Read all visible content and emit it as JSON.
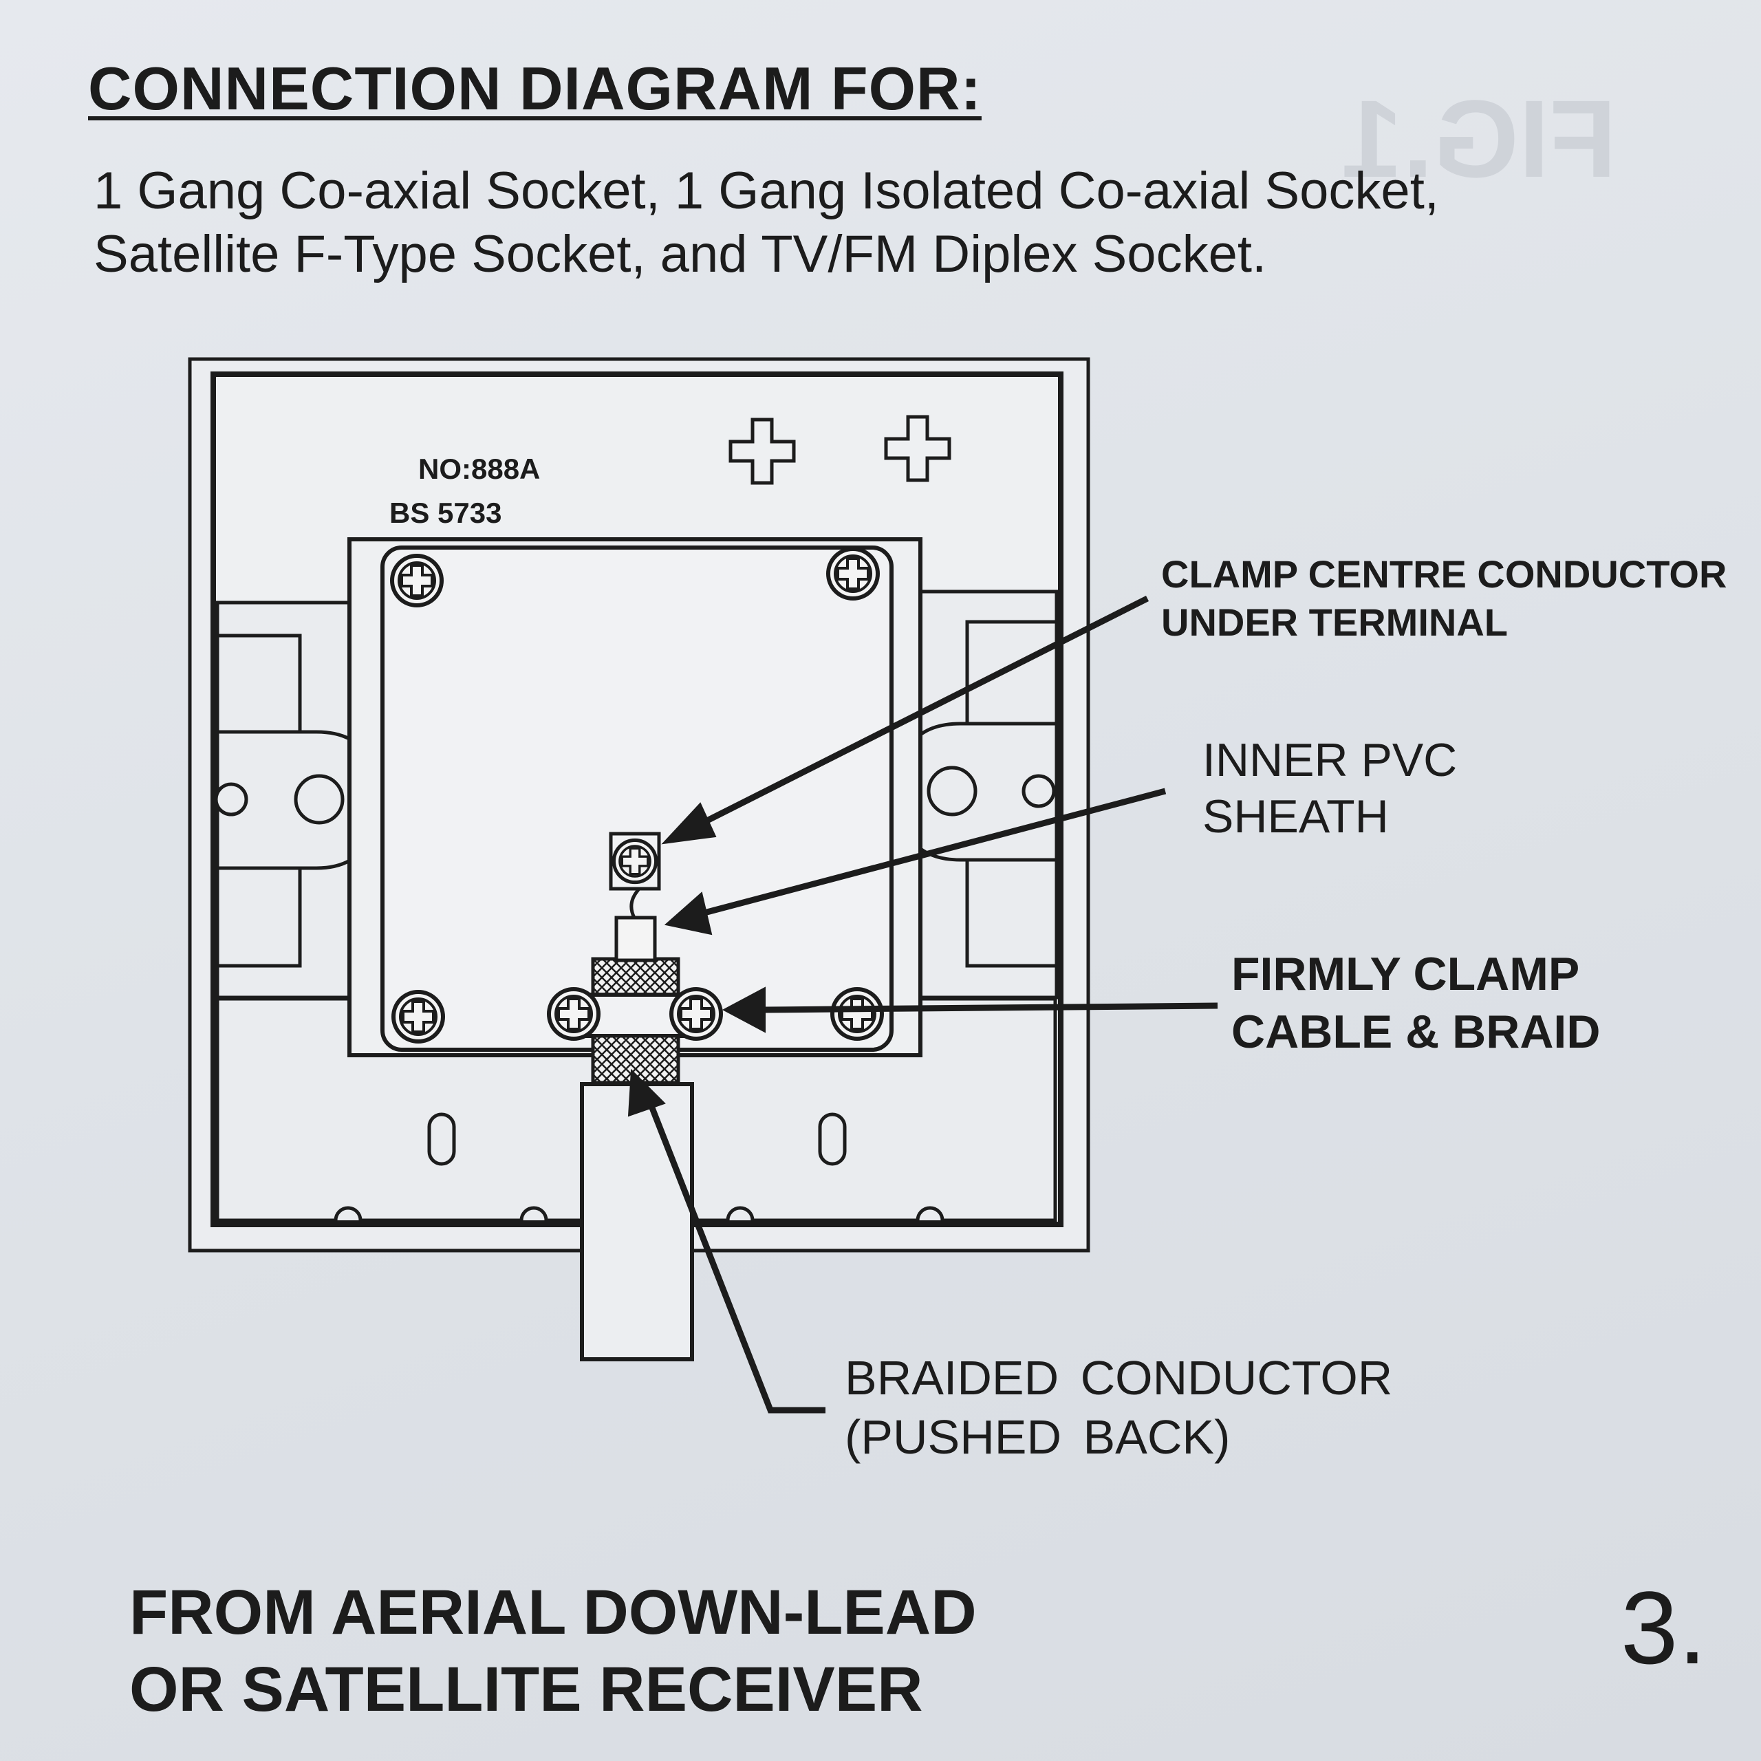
{
  "title": "CONNECTION DIAGRAM FOR:",
  "subtitle": {
    "line1": "1 Gang Co-axial Socket, 1 Gang Isolated Co-axial Socket,",
    "line2": "Satellite F-Type Socket, and TV/FM Diplex Socket."
  },
  "ghost_text": "FIG.1",
  "plate": {
    "model": "NO:888A",
    "standard": "BS 5733"
  },
  "labels": {
    "clamp_centre": {
      "line1": "CLAMP CENTRE CONDUCTOR",
      "line2": "UNDER TERMINAL"
    },
    "inner_pvc": {
      "line1": "INNER PVC",
      "line2": "SHEATH"
    },
    "firmly_clamp": {
      "line1": "FIRMLY CLAMP",
      "line2": "CABLE & BRAID"
    },
    "braided": {
      "line1": "BRAIDED  CONDUCTOR",
      "line2": "(PUSHED  BACK)"
    }
  },
  "bottom_label": {
    "line1": "FROM AERIAL DOWN-LEAD",
    "line2": "OR SATELLITE RECEIVER"
  },
  "page_number": "3.",
  "colors": {
    "ink": "#1c1c1c",
    "paper": "#e2e6eb"
  }
}
